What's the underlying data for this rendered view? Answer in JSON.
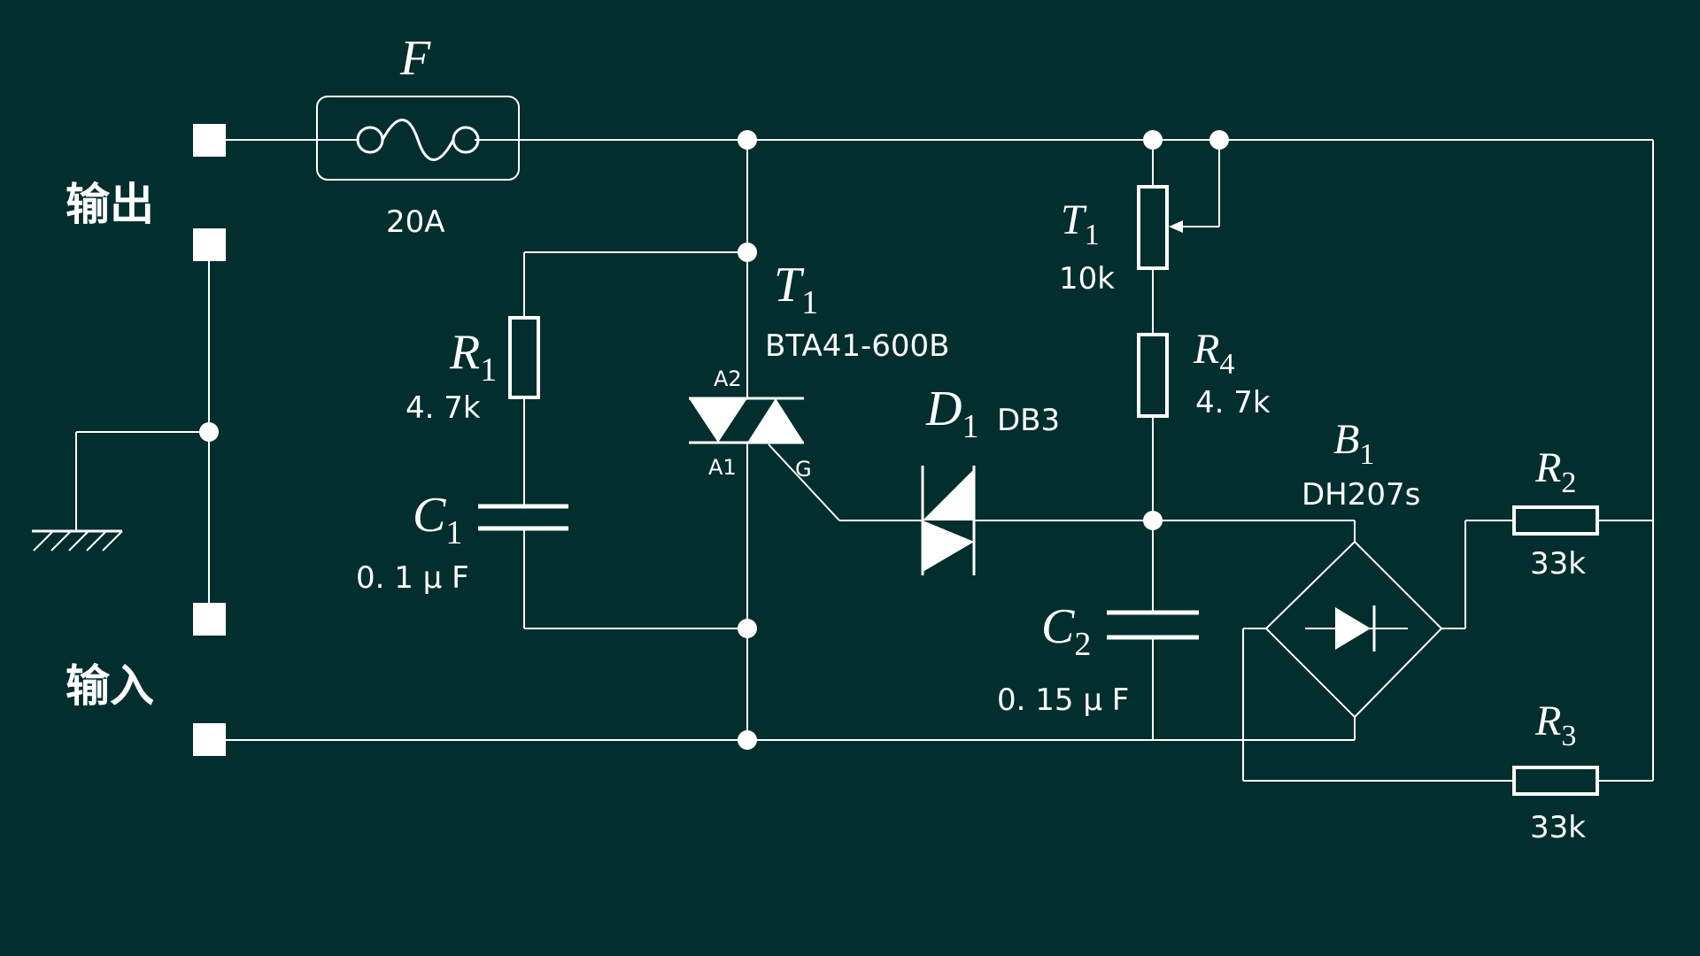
{
  "colors": {
    "background": "#022e2e",
    "line": "#ffffff"
  },
  "terminals": {
    "output_label": "输出",
    "input_label": "输入"
  },
  "fuse": {
    "name": "F",
    "value": "20A"
  },
  "triac": {
    "name": "T",
    "sub": "1",
    "part": "BTA41-600B",
    "pin_a2": "A2",
    "pin_a1": "A1",
    "pin_g": "G"
  },
  "r1": {
    "name": "R",
    "sub": "1",
    "value": "4. 7k"
  },
  "c1": {
    "name": "C",
    "sub": "1",
    "value": "0. 1 μ F"
  },
  "d1": {
    "name": "D",
    "sub": "1",
    "part": "DB3"
  },
  "pot": {
    "name": "T",
    "sub": "1",
    "value": "10k"
  },
  "r4": {
    "name": "R",
    "sub": "4",
    "value": "4. 7k"
  },
  "c2": {
    "name": "C",
    "sub": "2",
    "value": "0. 15 μ F"
  },
  "b1": {
    "name": "B",
    "sub": "1",
    "part": "DH207s"
  },
  "r2": {
    "name": "R",
    "sub": "2",
    "value": "33k"
  },
  "r3": {
    "name": "R",
    "sub": "3",
    "value": "33k"
  }
}
